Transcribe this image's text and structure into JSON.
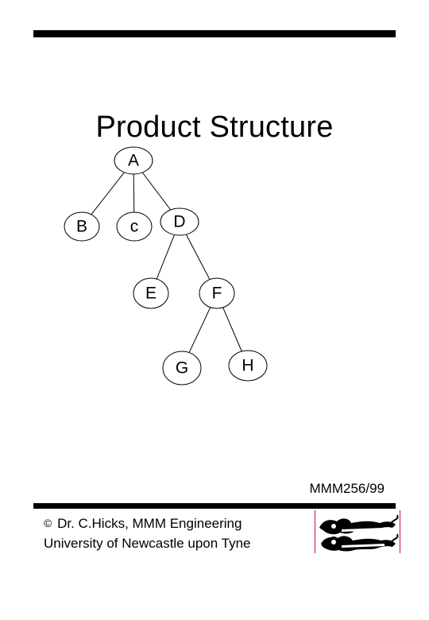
{
  "title": "Product Structure",
  "tree": {
    "nodes": [
      {
        "id": "A",
        "label": "A"
      },
      {
        "id": "B",
        "label": "B"
      },
      {
        "id": "C",
        "label": "c"
      },
      {
        "id": "D",
        "label": "D"
      },
      {
        "id": "E",
        "label": "E"
      },
      {
        "id": "F",
        "label": "F"
      },
      {
        "id": "G",
        "label": "G"
      },
      {
        "id": "H",
        "label": "H"
      }
    ],
    "edges": [
      {
        "from": "A",
        "to": "B"
      },
      {
        "from": "A",
        "to": "C"
      },
      {
        "from": "A",
        "to": "D"
      },
      {
        "from": "D",
        "to": "E"
      },
      {
        "from": "D",
        "to": "F"
      },
      {
        "from": "F",
        "to": "G"
      },
      {
        "from": "F",
        "to": "H"
      }
    ]
  },
  "footer": {
    "code": "MMM256/99",
    "copyright_symbol": "©",
    "author_line": "Dr. C.Hicks, MMM Engineering",
    "institution_line": "University of Newcastle upon Tyne",
    "logo_icon": "university-crest-lions-icon"
  },
  "colors": {
    "ink": "#000000",
    "background": "#ffffff",
    "crest_accent": "#c8102e"
  }
}
